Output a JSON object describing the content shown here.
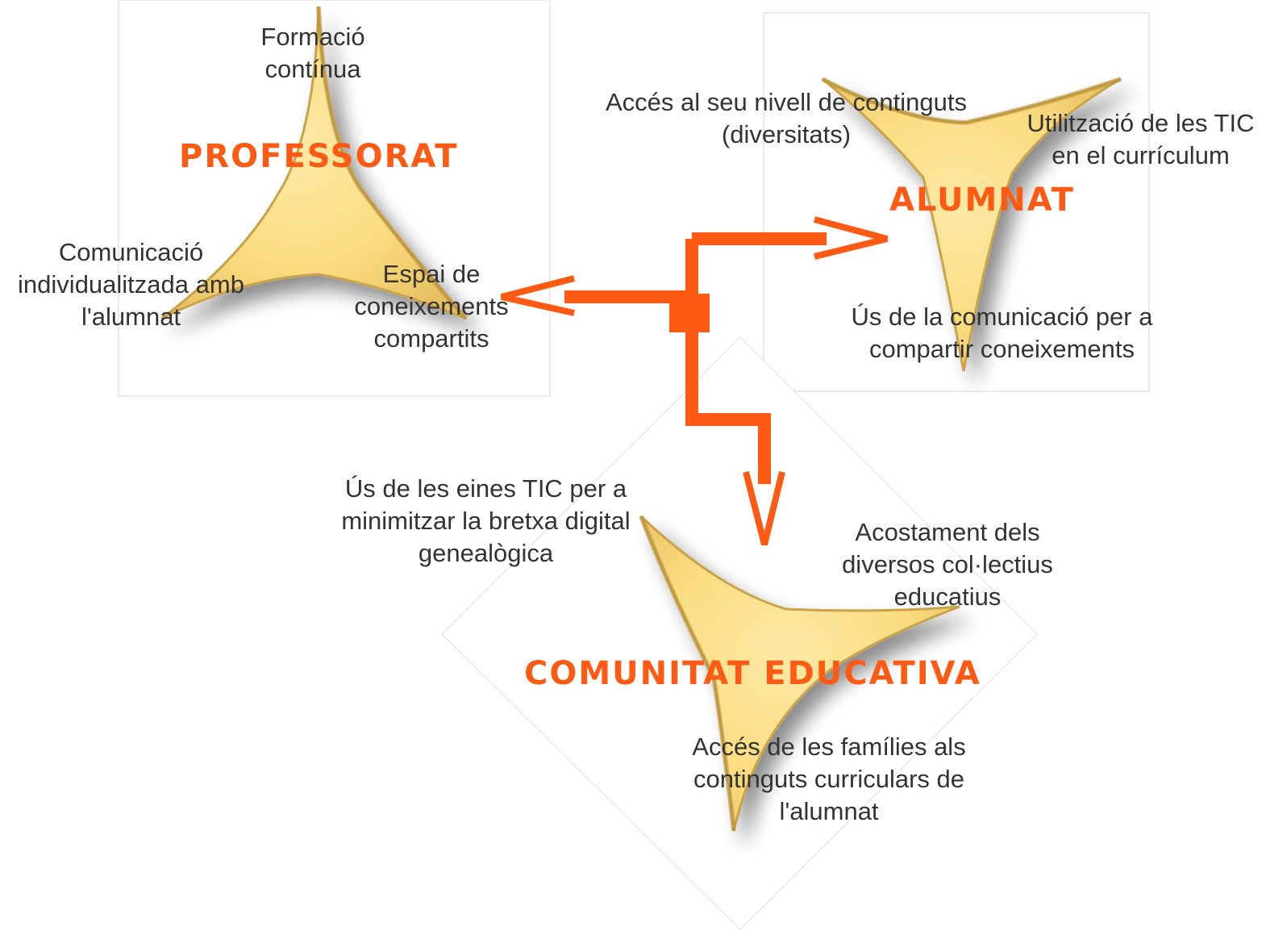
{
  "colors": {
    "accent": "#ff5a14",
    "star_fill": "#fbe08a",
    "star_edge": "#c8a449",
    "text": "#333333",
    "panel_border": "#e2e2e2"
  },
  "groups": {
    "professorat": {
      "title": "PROFESSORAT",
      "items": [
        [
          "Formació",
          "contínua"
        ],
        [
          "Comunicació",
          "individualitzada amb",
          "l'alumnat"
        ],
        [
          "Espai de",
          "coneixements",
          "compartits"
        ]
      ]
    },
    "alumnat": {
      "title": "ALUMNAT",
      "items": [
        [
          "Accés al seu nivell de continguts",
          "(diversitats)"
        ],
        [
          "Utilització de les TIC",
          "en el currículum"
        ],
        [
          "Ús de la comunicació per a",
          "compartir coneixements"
        ]
      ]
    },
    "comunitat": {
      "title": "COMUNITAT EDUCATIVA",
      "items": [
        [
          "Ús de les eines TIC per a",
          "minimitzar la bretxa digital",
          "genealògica"
        ],
        [
          "Acostament dels",
          "diversos col·lectius",
          "educatius"
        ],
        [
          "Accés de les famílies als",
          "continguts curriculars de",
          "l'alumnat"
        ]
      ]
    }
  }
}
